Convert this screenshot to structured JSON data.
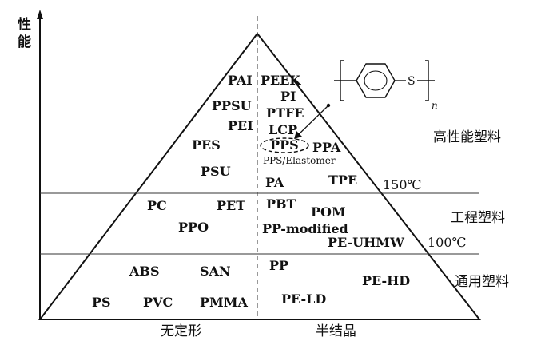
{
  "axis": {
    "y_label_line1": "性",
    "y_label_line2": "能"
  },
  "zones": {
    "high": "高性能塑料",
    "engineering": "工程塑料",
    "general": "通用塑料"
  },
  "temperatures": {
    "upper": "150℃",
    "lower": "100℃"
  },
  "bottom": {
    "left": "无定形",
    "right": "半结晶"
  },
  "amorphous": {
    "high": [
      "PAI",
      "PPSU",
      "PEI",
      "PES",
      "PSU"
    ],
    "engineering": [
      "PC",
      "PET",
      "PPO"
    ],
    "general": [
      "ABS",
      "SAN",
      "PS",
      "PVC",
      "PMMA"
    ]
  },
  "semicrystalline": {
    "high": [
      "PEEK",
      "PI",
      "PTFE",
      "LCP",
      "PPS",
      "PPA",
      "PA",
      "TPE"
    ],
    "high_note": "PPS/Elastomer",
    "engineering": [
      "PBT",
      "POM",
      "PP-modified",
      "PE-UHMW"
    ],
    "general": [
      "PP",
      "PE-HD",
      "PE-LD"
    ]
  },
  "structure": {
    "sulfur": "S",
    "subscript": "n"
  }
}
